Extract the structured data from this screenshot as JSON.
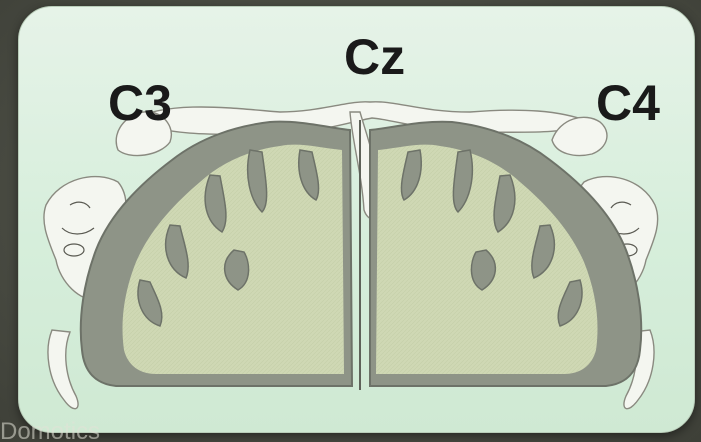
{
  "diagram": {
    "labels": {
      "left": "C3",
      "center": "Cz",
      "right": "C4"
    },
    "watermark": "Domotics",
    "colors": {
      "panel": "#d6eedb",
      "gray_matter": "#8e9487",
      "white_matter": "#cfd8b4",
      "background": "#4a4c43"
    }
  }
}
